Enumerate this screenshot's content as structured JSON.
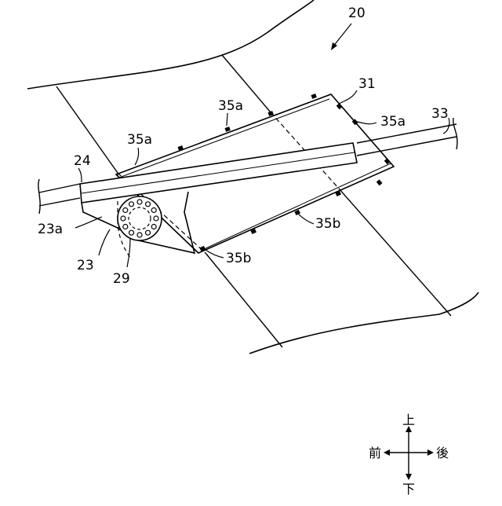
{
  "figure": {
    "labels": {
      "ref_20": "20",
      "ref_31": "31",
      "ref_33": "33",
      "ref_35a_1": "35a",
      "ref_35a_2": "35a",
      "ref_35a_3": "35a",
      "ref_24": "24",
      "ref_23a": "23a",
      "ref_23": "23",
      "ref_29": "29",
      "ref_35b_1": "35b",
      "ref_35b_2": "35b"
    },
    "directions": {
      "up": "上",
      "down": "下",
      "front": "前",
      "rear": "後"
    }
  }
}
